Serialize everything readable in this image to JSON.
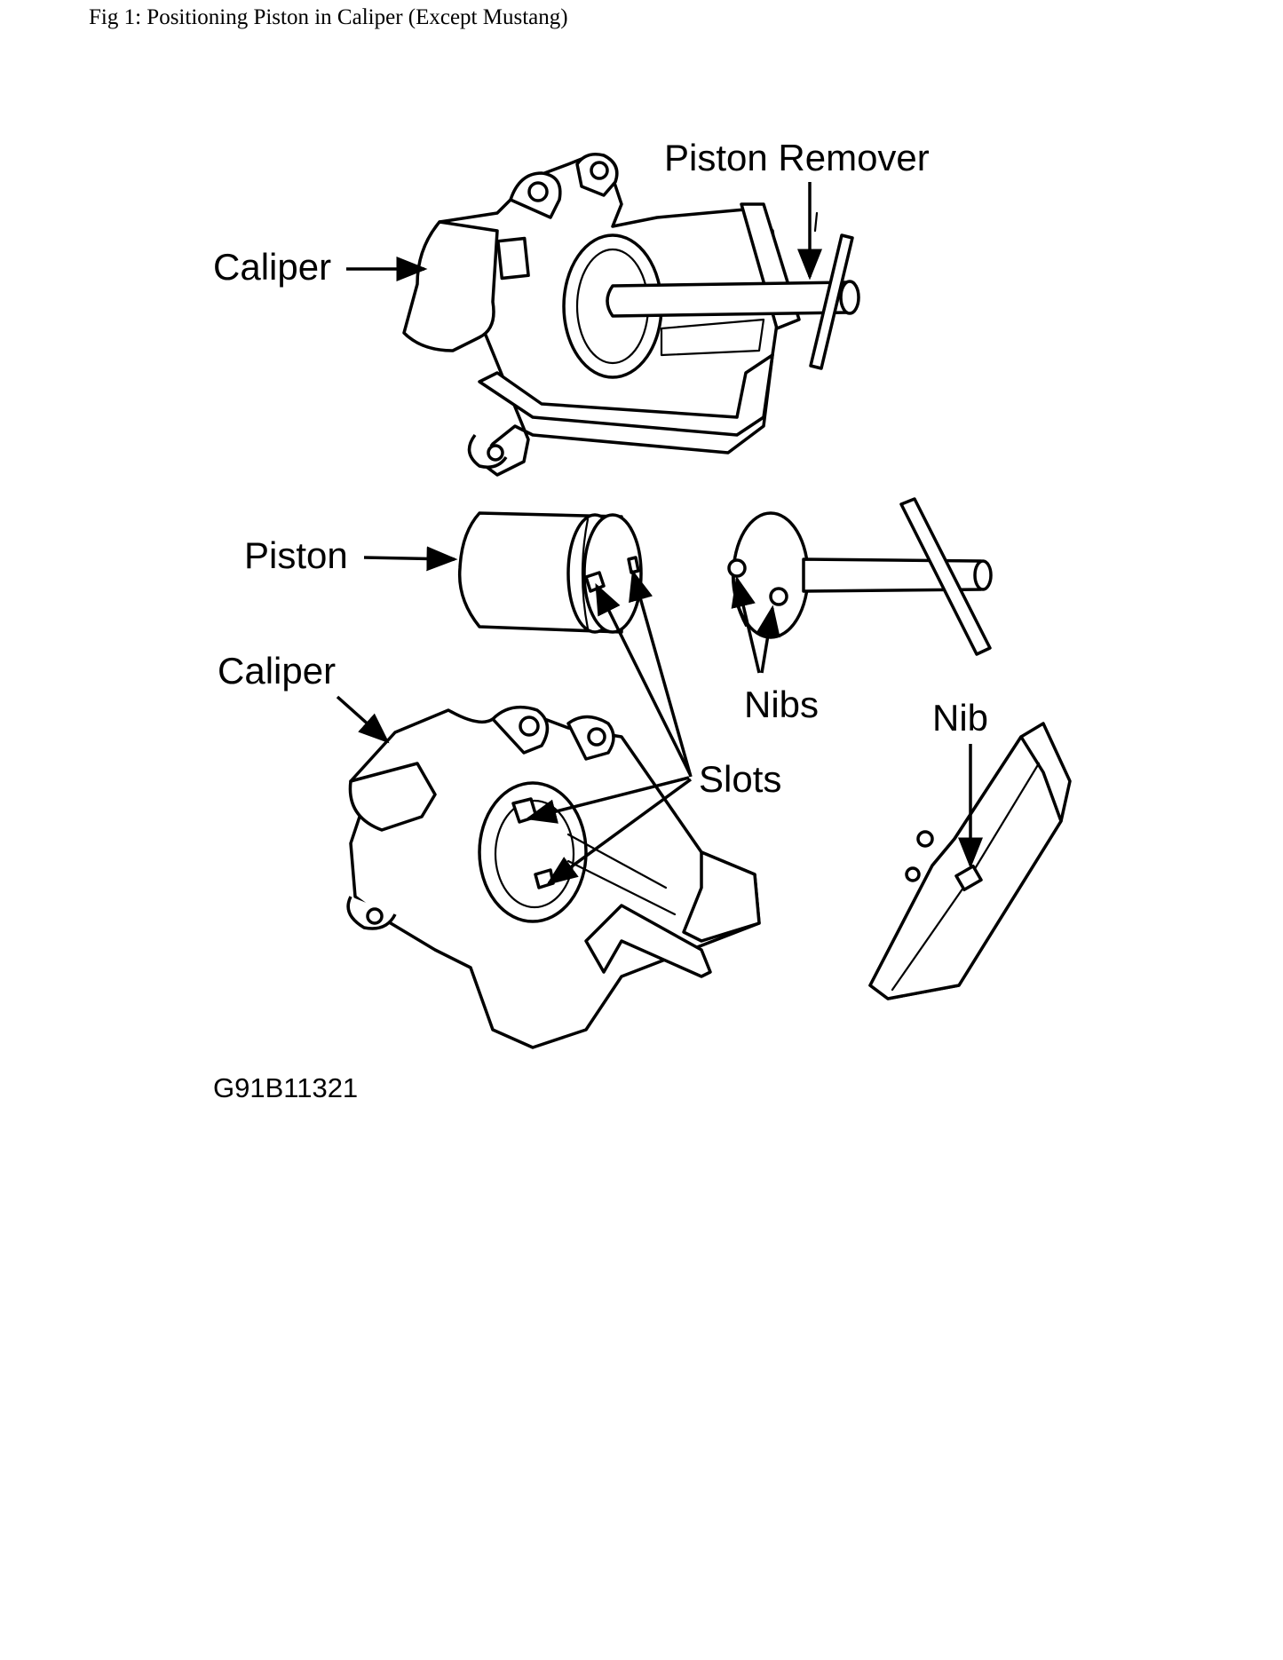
{
  "caption": "Fig 1: Positioning Piston in Caliper (Except Mustang)",
  "labels": {
    "piston_remover": "Piston Remover",
    "caliper_top": "Caliper",
    "piston": "Piston",
    "caliper_bottom": "Caliper",
    "nibs": "Nibs",
    "nib": "Nib",
    "slots": "Slots"
  },
  "figure_code": "G91B11321"
}
